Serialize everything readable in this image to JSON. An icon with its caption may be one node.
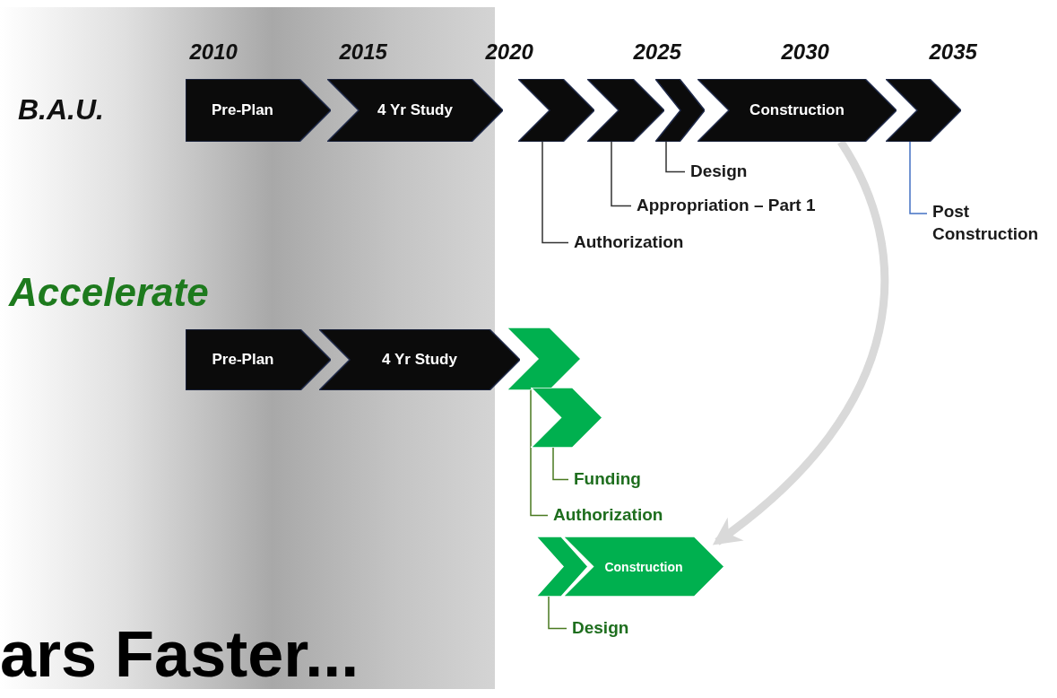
{
  "diagram": {
    "nodes": [
      {
        "text": [
          "Pre-Plan"
        ]
      },
      {
        "text": [
          "4 Yr Study"
        ]
      },
      {
        "text": [],
        "shape": "chevron"
      },
      {
        "text": [],
        "shape": "chevron"
      },
      {
        "text": [],
        "shape": "chevron"
      },
      {
        "text": [
          "Construction"
        ]
      },
      {
        "text": [],
        "shape": "chevron"
      },
      {
        "text": [
          "Authorization"
        ]
      },
      {
        "text": [
          "Appropriation – Part 1"
        ]
      },
      {
        "text": [
          "Design"
        ]
      },
      {
        "text": [
          "Post Construction"
        ]
      },
      {
        "text": [
          "Pre-Plan"
        ]
      },
      {
        "text": [
          "4 Yr Study"
        ]
      },
      {
        "text": [],
        "shape": "chevron"
      },
      {
        "text": [],
        "shape": "chevron"
      },
      {
        "text": [],
        "shape": "chevron"
      },
      {
        "text": [
          "Construction"
        ]
      },
      {
        "text": [
          "Funding"
        ]
      },
      {
        "text": [
          "Authorization"
        ]
      },
      {
        "text": [
          "Design"
        ]
      }
    ],
    "edges": [
      {
        "from": 7,
        "to": 2,
        "arrow": "none"
      },
      {
        "from": 8,
        "to": 3,
        "arrow": "none"
      },
      {
        "from": 9,
        "to": 4,
        "arrow": "none"
      },
      {
        "from": 10,
        "to": 6,
        "arrow": "none",
        "color": "#4472c4"
      },
      {
        "from": 17,
        "to": 14,
        "arrow": "none",
        "color": "#4a7a20"
      },
      {
        "from": 18,
        "to": 13,
        "arrow": "none",
        "color": "#4a7a20"
      },
      {
        "from": 19,
        "to": 15,
        "arrow": "none",
        "color": "#4a7a20"
      },
      {
        "from": 5,
        "to": 16,
        "arrow": "to",
        "style": "thick",
        "color": "#d9d9d9"
      }
    ],
    "labels": [
      "2010",
      "2015",
      "2020",
      "2025",
      "2030",
      "2035",
      "B.A.U.",
      "Accelerate",
      "ars Faster..."
    ]
  }
}
